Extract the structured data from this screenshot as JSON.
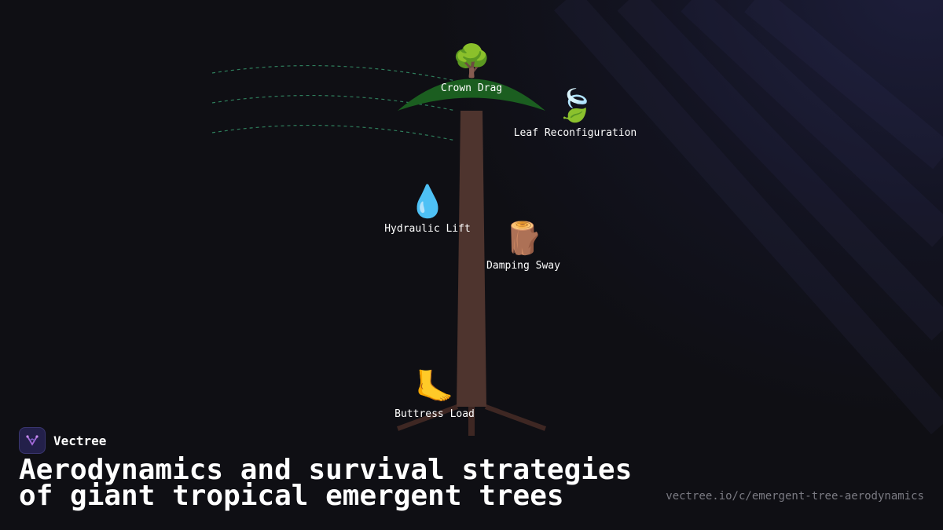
{
  "brand": {
    "name": "Vectree",
    "logo_icon": "vectree-logo-icon"
  },
  "title": "Aerodynamics and survival strategies of giant tropical emergent trees",
  "url": "vectree.io/c/emergent-tree-aerodynamics",
  "nodes": [
    {
      "id": "crown-drag",
      "label": "Crown Drag",
      "icon": "🌳",
      "icon_name": "tree-icon"
    },
    {
      "id": "leaf-reconfiguration",
      "label": "Leaf Reconfiguration",
      "icon": "🍃",
      "icon_name": "leaf-wind-icon"
    },
    {
      "id": "hydraulic-lift",
      "label": "Hydraulic Lift",
      "icon": "💧",
      "icon_name": "droplet-icon"
    },
    {
      "id": "damping-sway",
      "label": "Damping Sway",
      "icon": "🪵",
      "icon_name": "log-icon"
    },
    {
      "id": "buttress-load",
      "label": "Buttress Load",
      "icon": "🦶",
      "icon_name": "foot-icon"
    }
  ],
  "colors": {
    "background": "#0f0f14",
    "trunk": "#4e342e",
    "canopy": "#1b5e20",
    "wind": "#2e7d5b",
    "roots": "#3e2723",
    "label": "#ffffff",
    "url": "#7a7a82"
  }
}
